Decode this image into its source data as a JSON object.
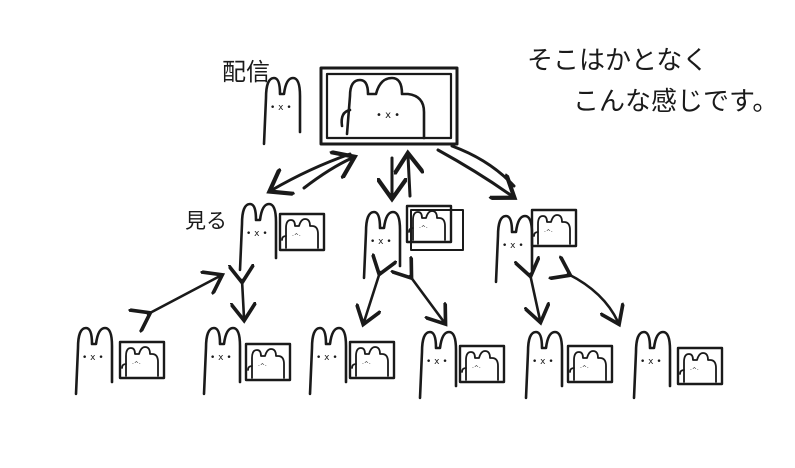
{
  "labels": {
    "broadcaster": "配信",
    "viewer": "見る"
  },
  "note": {
    "line1": "そこはかとなく",
    "line2": "こんな感じです。"
  },
  "structure": {
    "broadcaster": 1,
    "tier1_viewers": 3,
    "tier2_viewers": 6
  },
  "colors": {
    "ink": "#1a1a1a",
    "background": "#ffffff"
  }
}
